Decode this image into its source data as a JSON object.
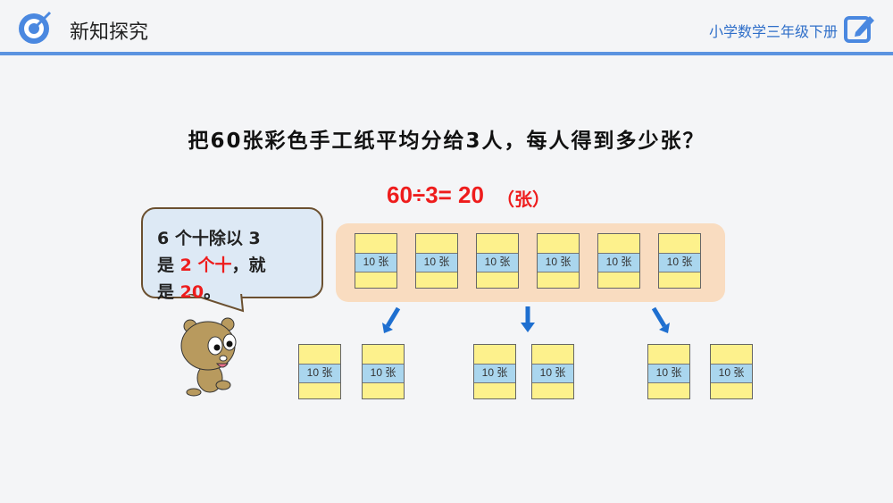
{
  "header": {
    "title": "新知探究",
    "subject": "小学数学三年级下册",
    "accent": "#5b93e0"
  },
  "question": "把60张彩色手工纸平均分给3人，每人得到多少张？",
  "equation": "60÷3= 20",
  "unit": "（张）",
  "packet_label": "10 张",
  "bubble": {
    "line1": "6 个十除以 3",
    "line2_a": "是 ",
    "line2_red": "2 个十",
    "line2_b": "，就",
    "line3_a": "是 ",
    "line3_red": "20",
    "line3_b": "。"
  }
}
